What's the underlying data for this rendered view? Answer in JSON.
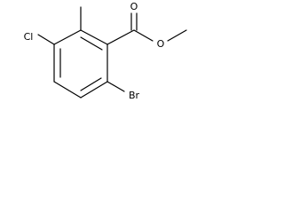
{
  "molecule": {
    "atoms": {
      "carbonyl_oxygen": "O",
      "ester_oxygen": "O",
      "chlorine": "Cl",
      "bromine": "Br"
    }
  }
}
